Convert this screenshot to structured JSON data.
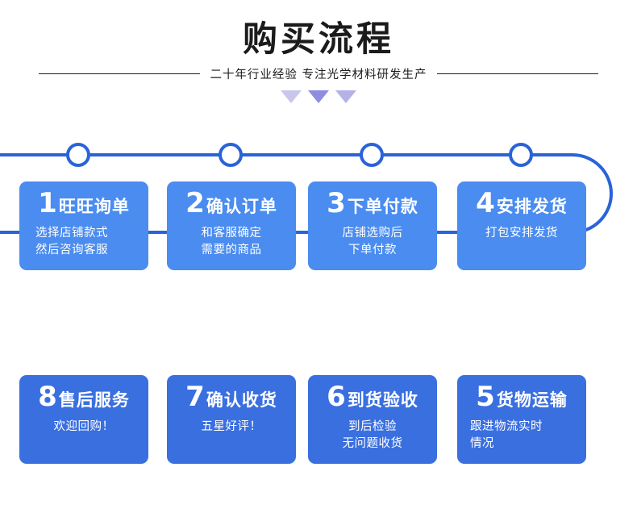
{
  "header": {
    "title": "购买流程",
    "subtitle": "二十年行业经验 专注光学材料研发生产",
    "decor": [
      "triangle-1",
      "triangle-2",
      "triangle-3"
    ]
  },
  "colors": {
    "card_dark": "#3a6fe0",
    "card_light": "#4a8cf0",
    "line": "#2a63d8",
    "triangle_light": "#c9c6ee",
    "triangle_dark": "#8f8ede",
    "triangle_mid": "#b5b2e8",
    "text": "#1b1b1b"
  },
  "flow": {
    "row1": [
      {
        "num": "1",
        "title": "旺旺询单",
        "desc": "选择店铺款式\n然后咨询客服",
        "align": "left",
        "shade": "light"
      },
      {
        "num": "2",
        "title": "确认订单",
        "desc": "和客服确定\n需要的商品",
        "align": "center",
        "shade": "light"
      },
      {
        "num": "3",
        "title": "下单付款",
        "desc": "店铺选购后\n下单付款",
        "align": "center",
        "shade": "light"
      },
      {
        "num": "4",
        "title": "安排发货",
        "desc": "打包安排发货",
        "align": "center",
        "shade": "light"
      }
    ],
    "row2": [
      {
        "num": "8",
        "title": "售后服务",
        "desc": "欢迎回购！",
        "align": "center",
        "shade": "dark"
      },
      {
        "num": "7",
        "title": "确认收货",
        "desc": "五星好评！",
        "align": "center",
        "shade": "dark"
      },
      {
        "num": "6",
        "title": "到货验收",
        "desc": "到后检验\n无问题收货",
        "align": "center",
        "shade": "dark"
      },
      {
        "num": "5",
        "title": "货物运输",
        "desc": "跟进物流实时\n情况",
        "align": "left",
        "shade": "dark"
      }
    ],
    "nodes_row1": 4,
    "nodes_row2": 4
  }
}
